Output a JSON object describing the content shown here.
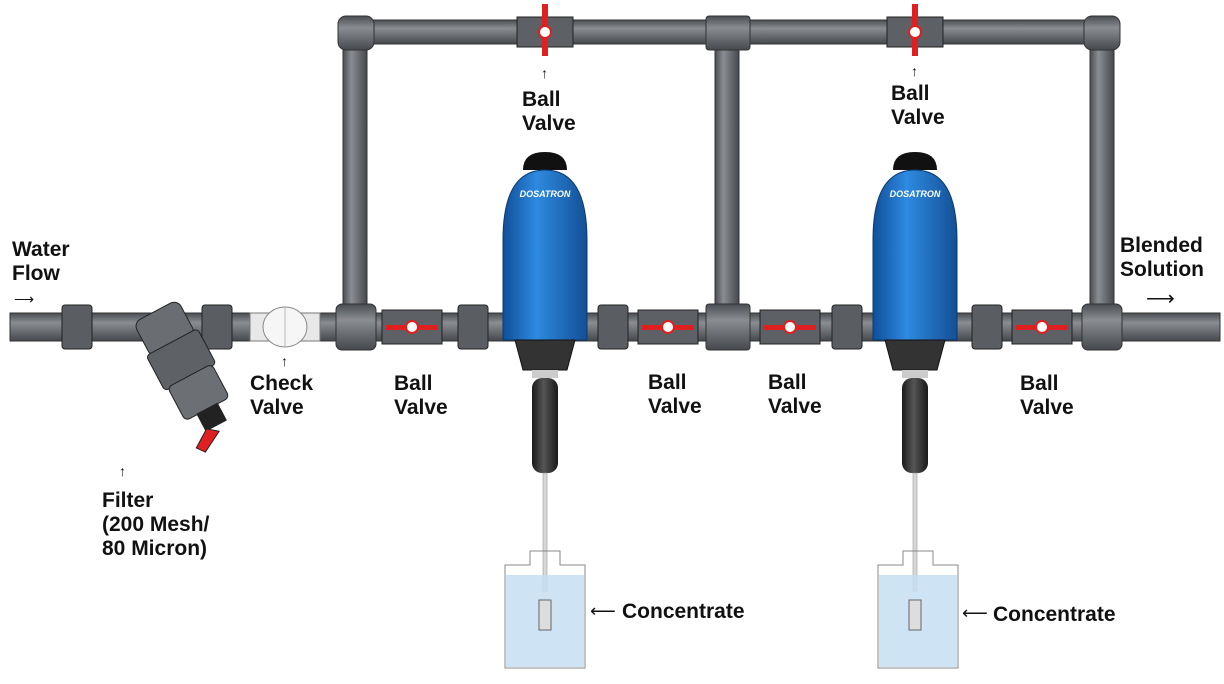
{
  "labels": {
    "water_flow": [
      "Water",
      "Flow"
    ],
    "blended_solution": [
      "Blended",
      "Solution"
    ],
    "check_valve": [
      "Check",
      "Valve"
    ],
    "filter": [
      "Filter",
      "(200 Mesh/",
      "80 Micron)"
    ],
    "ball_valve": [
      "Ball",
      "Valve"
    ],
    "concentrate": "Concentrate"
  },
  "brand": "DOSATRON",
  "colors": {
    "pipe": "#5f6266",
    "pump": "#1f6fc4",
    "valve_handle": "#e02020",
    "tank": "#c6def2"
  }
}
